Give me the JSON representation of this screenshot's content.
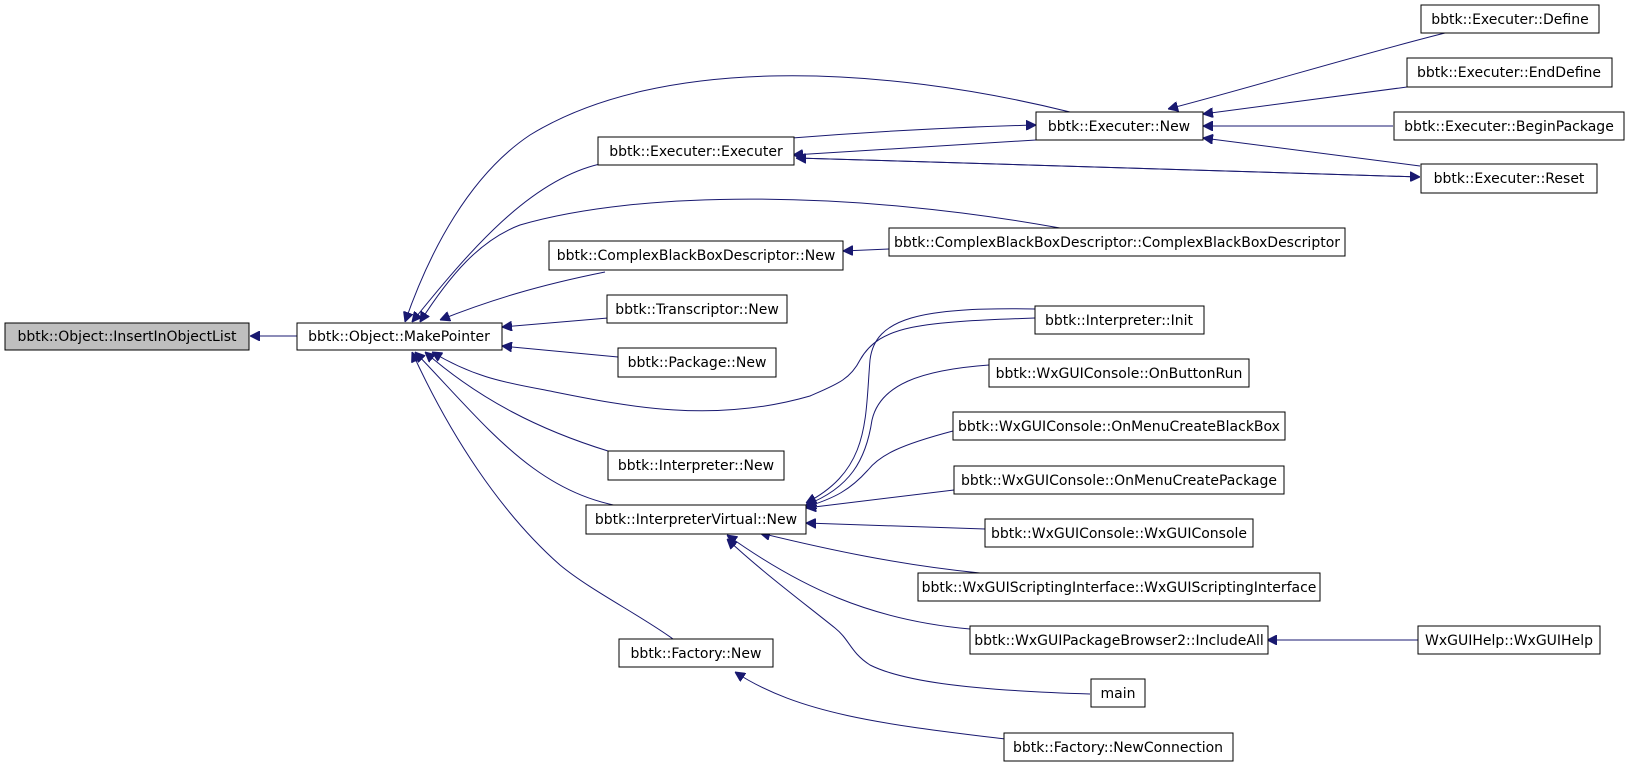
{
  "colors": {
    "edge": "#191970",
    "highlight_fill": "#bfbfbf",
    "node_fill": "#ffffff",
    "node_stroke": "#000000"
  },
  "nodes": {
    "insert_in_object_list": "bbtk::Object::InsertInObjectList",
    "make_pointer": "bbtk::Object::MakePointer",
    "executer_executer": "bbtk::Executer::Executer",
    "executer_new": "bbtk::Executer::New",
    "executer_define": "bbtk::Executer::Define",
    "executer_end_define": "bbtk::Executer::EndDefine",
    "executer_begin_package": "bbtk::Executer::BeginPackage",
    "executer_reset": "bbtk::Executer::Reset",
    "cbbd_new": "bbtk::ComplexBlackBoxDescriptor::New",
    "cbbd_ctor": "bbtk::ComplexBlackBoxDescriptor::ComplexBlackBoxDescriptor",
    "transcriptor_new": "bbtk::Transcriptor::New",
    "package_new": "bbtk::Package::New",
    "interpreter_init": "bbtk::Interpreter::Init",
    "interpreter_new": "bbtk::Interpreter::New",
    "interpreter_virtual_new": "bbtk::InterpreterVirtual::New",
    "wx_on_button_run": "bbtk::WxGUIConsole::OnButtonRun",
    "wx_on_menu_create_blackbox": "bbtk::WxGUIConsole::OnMenuCreateBlackBox",
    "wx_on_menu_create_package": "bbtk::WxGUIConsole::OnMenuCreatePackage",
    "wx_console": "bbtk::WxGUIConsole::WxGUIConsole",
    "wx_scripting_interface": "bbtk::WxGUIScriptingInterface::WxGUIScriptingInterface",
    "wx_package_browser_include_all": "bbtk::WxGUIPackageBrowser2::IncludeAll",
    "wx_gui_help": "WxGUIHelp::WxGUIHelp",
    "main": "main",
    "factory_new": "bbtk::Factory::New",
    "factory_new_connection": "bbtk::Factory::NewConnection"
  }
}
